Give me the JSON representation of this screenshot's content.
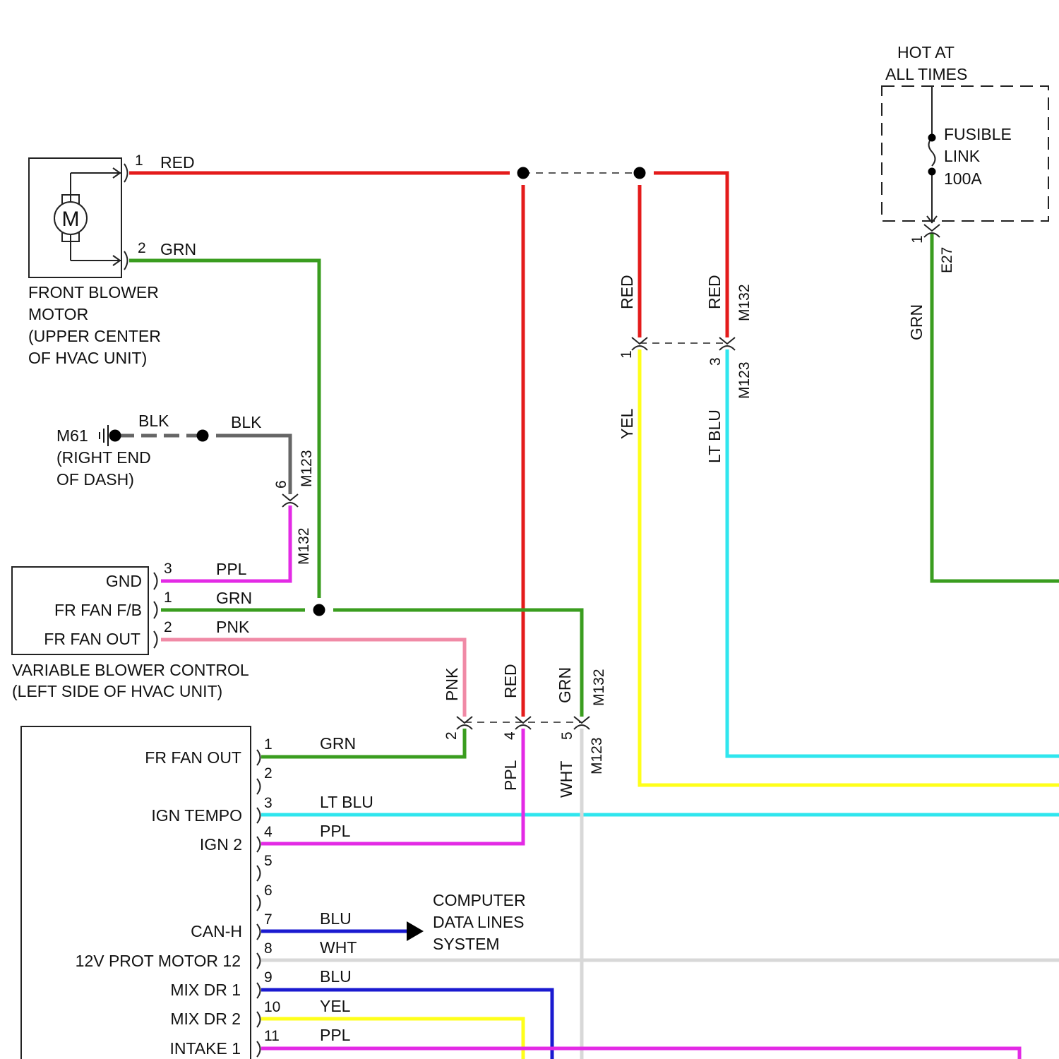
{
  "colors": {
    "red": "#e41b1b",
    "green": "#3a9d1f",
    "pink": "#f08aa6",
    "purple": "#e32ae5",
    "yellow": "#ffff1a",
    "light_blue": "#2fe6ee",
    "blue": "#1a1ad0",
    "white_wire": "#d8d8d8",
    "black_wire": "#666666",
    "outline": "#222222"
  },
  "blower_motor": {
    "symbol": "M",
    "name_lines": [
      "FRONT BLOWER",
      "MOTOR",
      "(UPPER CENTER",
      "OF HVAC UNIT)"
    ],
    "pins": [
      {
        "pin": "1",
        "wire": "RED"
      },
      {
        "pin": "2",
        "wire": "GRN"
      }
    ]
  },
  "ground": {
    "id": "M61",
    "location_lines": [
      "(RIGHT END",
      "OF DASH)"
    ],
    "wire_left": "BLK",
    "wire_right": "BLK"
  },
  "connector_m123_m132_left": {
    "pin": "6",
    "top_label": "M123",
    "bottom_label": "M132"
  },
  "variable_blower_control": {
    "name_lines": [
      "VARIABLE BLOWER CONTROL",
      "(LEFT SIDE OF HVAC UNIT)"
    ],
    "pins": [
      {
        "label": "GND",
        "pin": "3",
        "wire": "PPL"
      },
      {
        "label": "FR FAN F/B",
        "pin": "1",
        "wire": "GRN"
      },
      {
        "label": "FR FAN OUT",
        "pin": "2",
        "wire": "PNK"
      }
    ]
  },
  "lower_connectors": {
    "top_label": "M132",
    "bottom_label": "M123",
    "pins": [
      {
        "pin": "2",
        "upper_wire": "PNK",
        "lower_wire": ""
      },
      {
        "pin": "4",
        "upper_wire": "RED",
        "lower_wire": "PPL"
      },
      {
        "pin": "5",
        "upper_wire": "GRN",
        "lower_wire": "WHT"
      }
    ]
  },
  "right_connectors": {
    "top_label": "M132",
    "bottom_label": "M123",
    "pins": [
      {
        "pin": "1",
        "upper_wire": "RED",
        "lower_wire": "YEL"
      },
      {
        "pin": "3",
        "upper_wire": "RED",
        "lower_wire": "LT BLU"
      }
    ]
  },
  "fusible_link": {
    "header_lines": [
      "HOT AT",
      "ALL TIMES"
    ],
    "name_lines": [
      "FUSIBLE",
      "LINK",
      "100A"
    ],
    "connector_pin": "1",
    "connector_id": "E27",
    "wire": "GRN"
  },
  "control_module": {
    "pins": [
      {
        "pin": "1",
        "label": "FR FAN OUT",
        "wire": "GRN"
      },
      {
        "pin": "2",
        "label": "",
        "wire": ""
      },
      {
        "pin": "3",
        "label": "IGN TEMPO",
        "wire": "LT BLU"
      },
      {
        "pin": "4",
        "label": "IGN 2",
        "wire": "PPL"
      },
      {
        "pin": "5",
        "label": "",
        "wire": ""
      },
      {
        "pin": "6",
        "label": "",
        "wire": ""
      },
      {
        "pin": "7",
        "label": "CAN-H",
        "wire": "BLU"
      },
      {
        "pin": "8",
        "label": "12V PROT MOTOR 12",
        "wire": "WHT"
      },
      {
        "pin": "9",
        "label": "MIX DR 1",
        "wire": "BLU"
      },
      {
        "pin": "10",
        "label": "MIX DR 2",
        "wire": "YEL"
      },
      {
        "pin": "11",
        "label": "INTAKE 1",
        "wire": "PPL"
      }
    ]
  },
  "data_lines": {
    "lines": [
      "COMPUTER",
      "DATA LINES",
      "SYSTEM"
    ]
  }
}
